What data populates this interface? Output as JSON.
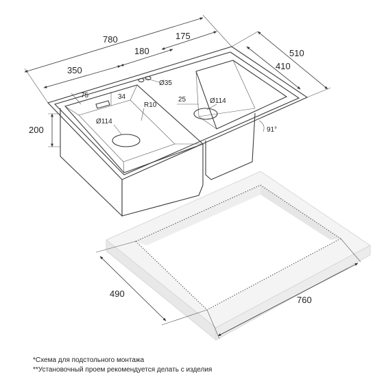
{
  "sink": {
    "overall_width": "780",
    "bowl_left_width": "350",
    "drain_spacing_a": "180",
    "drain_spacing_b": "175",
    "overall_depth": "510",
    "bowl_right_depth": "410",
    "bowl_height": "200",
    "overflow_offset": "75",
    "overflow_size": "34",
    "corner_radius": "R10",
    "drain_left": "Ø114",
    "drain_right": "Ø114",
    "tap_hole": "Ø35",
    "drain_offset": "25",
    "wall_angle": "91°"
  },
  "cutout": {
    "width": "760",
    "depth": "490"
  },
  "notes": {
    "line1": "*Схема для подстольного монтажа",
    "line2": "**Установочный проем рекомендуется делать с изделия"
  }
}
